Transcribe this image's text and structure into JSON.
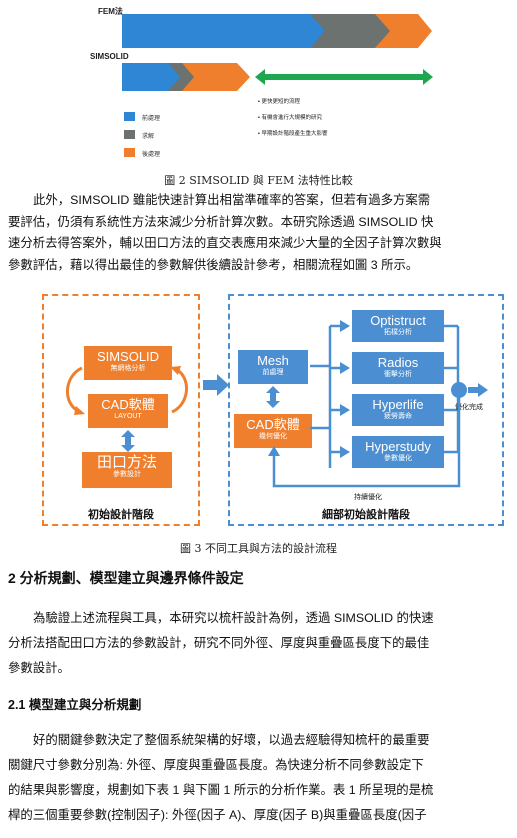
{
  "fig2": {
    "fem_label": "FEM法",
    "simsolid_label": "SIMSOLID",
    "legend": [
      {
        "label": "前處理",
        "color": "#2f86d4"
      },
      {
        "label": "求解",
        "color": "#6b7270"
      },
      {
        "label": "後處理",
        "color": "#ef7f2d"
      }
    ],
    "benefits": [
      "更快更短的流程",
      "有機會進行大規模的研究",
      "早期設計階段產生重大影響"
    ],
    "caption": "圖 2 SIMSOLID 與 FEM 法特性比較",
    "colors": {
      "pre": "#2f86d4",
      "solve": "#6b7270",
      "post": "#ef7f2d",
      "arrow": "#1fa750"
    }
  },
  "para1": [
    "此外，SIMSOLID 雖能快速計算出相當準確率的答案，但若有過多方案需",
    "要評估，仍須有系統性方法來減少分析計算次數。本研究除透過 SIMSOLID 快",
    "速分析去得答案外，輔以田口方法的直交表應用來減少大量的全因子計算次數與",
    "參數評估，藉以得出最佳的參數解供後續設計參考，相關流程如圖 3 所示。"
  ],
  "fig3": {
    "left": {
      "simsolid": {
        "title": "SIMSOLID",
        "sub": "無網格分析"
      },
      "cad": {
        "title": "CAD軟體",
        "sub": "LAYOUT"
      },
      "taguchi": {
        "title": "田口方法",
        "sub": "參數設計"
      },
      "stage": "初始設計階段"
    },
    "right": {
      "mesh": {
        "title": "Mesh",
        "sub": "前處理"
      },
      "cad": {
        "title": "CAD軟體",
        "sub": "幾何優化"
      },
      "tools": [
        {
          "title": "Optistruct",
          "sub": "拓樸分析"
        },
        {
          "title": "Radios",
          "sub": "衝擊分析"
        },
        {
          "title": "Hyperlife",
          "sub": "疲勞壽命"
        },
        {
          "title": "Hyperstudy",
          "sub": "參數優化"
        }
      ],
      "done": "優化完成",
      "loop": "持續優化",
      "stage": "細部初始設計階段"
    },
    "caption": "圖 3 不同工具與方法的設計流程"
  },
  "section2": {
    "heading": "2 分析規劃、模型建立與邊界條件設定"
  },
  "para2": [
    "為驗證上述流程與工具，本研究以梳杆設計為例，透過 SIMSOLID 的快速",
    "分析法搭配田口方法的參數設計，研究不同外徑、厚度與重疊區長度下的最佳",
    "參數設計。"
  ],
  "section21": {
    "heading": "2.1 模型建立與分析規劃"
  },
  "para3": [
    "好的關鍵參數決定了整個系統架構的好壞，以過去經驗得知梳杆的最重要",
    "關鍵尺寸參數分別為: 外徑、厚度與重疊區長度。為快速分析不同參數設定下",
    "的結果與影響度，規劃如下表 1 與下圖 1 所示的分析作業。表 1 所呈現的是梳",
    "桿的三個重要參數(控制因子): 外徑(因子 A)、厚度(因子 B)與重疊區長度(因子"
  ]
}
